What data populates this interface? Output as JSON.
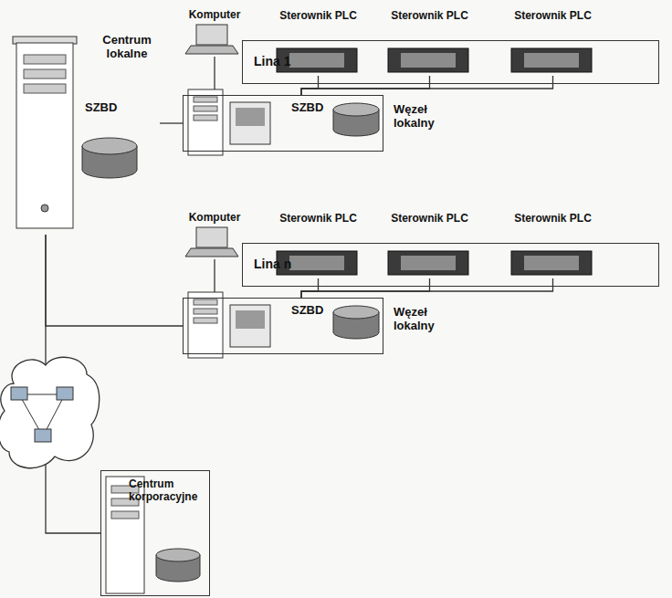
{
  "diagram": {
    "nodes": [
      {
        "text": [
          "Centrum lokalne",
          "SZBD"
        ]
      },
      {
        "text": [
          "Komputer"
        ]
      },
      {
        "text": [
          "Lina 1"
        ]
      },
      {
        "text": [
          "Sterownik PLC"
        ],
        "in": 2
      },
      {
        "text": [
          "Sterownik PLC"
        ],
        "in": 2
      },
      {
        "text": [
          "Sterownik PLC"
        ],
        "in": 2
      },
      {
        "text": [
          "SZBD",
          "Węzeł lokalny"
        ]
      },
      {
        "text": [
          "Komputer"
        ]
      },
      {
        "text": [
          "Lina n"
        ]
      },
      {
        "text": [
          "Sterownik PLC"
        ],
        "in": 8
      },
      {
        "text": [
          "Sterownik PLC"
        ],
        "in": 8
      },
      {
        "text": [
          "Sterownik PLC"
        ],
        "in": 8
      },
      {
        "text": [
          "SZBD",
          "Węzeł lokalny"
        ]
      },
      {
        "text": [
          "Centrum korporacyjne"
        ]
      }
    ],
    "edges": [
      {
        "from": 1,
        "to": 6,
        "arrow": "none"
      },
      {
        "from": 3,
        "to": 6,
        "arrow": "none"
      },
      {
        "from": 4,
        "to": 6,
        "arrow": "none"
      },
      {
        "from": 5,
        "to": 6,
        "arrow": "none"
      },
      {
        "from": 0,
        "to": 6,
        "arrow": "none"
      },
      {
        "from": 7,
        "to": 12,
        "arrow": "none"
      },
      {
        "from": 9,
        "to": 12,
        "arrow": "none"
      },
      {
        "from": 10,
        "to": 12,
        "arrow": "none"
      },
      {
        "from": 11,
        "to": 12,
        "arrow": "none"
      },
      {
        "from": 0,
        "to": 12,
        "arrow": "none"
      },
      {
        "from": 0,
        "to": 13,
        "arrow": "none"
      }
    ]
  }
}
